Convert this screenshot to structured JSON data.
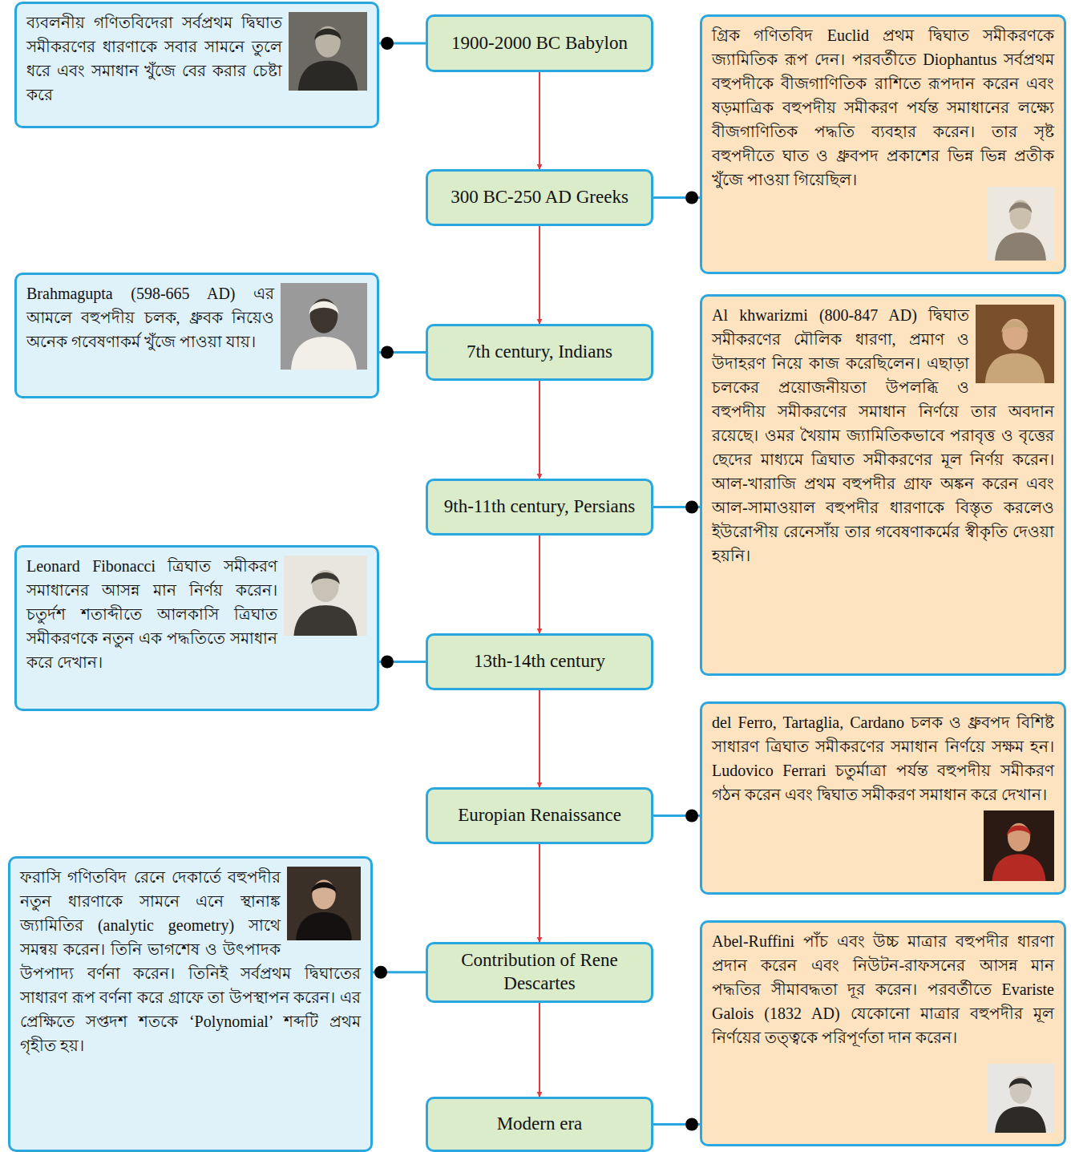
{
  "diagram": {
    "nodes": [
      {
        "text": [
          "ব্যবলনীয় গণিতবিদেরা সর্বপ্রথম দ্বিঘাত সমীকরণের ধারণাকে সবার সামনে তুলে ধরে এবং সমাধান খুঁজে বের করার চেষ্টা করে"
        ]
      },
      {
        "text": [
          "1900-2000 BC Babylon"
        ]
      },
      {
        "text": [
          "গ্রিক গণিতবিদ Euclid প্রথম দ্বিঘাত সমীকরণকে জ্যামিতিক রূপ দেন। পরবর্তীতে Diophantus সর্বপ্রথম বহুপদীকে বীজগাণিতিক রাশিতে রূপদান করেন এবং ষড়মাত্রিক বহুপদীয় সমীকরণ পর্যন্ত সমাধানের লক্ষ্যে বীজগাণিতিক পদ্ধতি ব্যবহার করেন। তার সৃষ্ট বহুপদীতে ঘাত ও ধ্রুবপদ প্রকাশের ভিন্ন ভিন্ন প্রতীক খুঁজে পাওয়া গিয়েছিল।"
        ]
      },
      {
        "text": [
          "300 BC-250 AD Greeks"
        ]
      },
      {
        "text": [
          "Brahmagupta (598-665 AD) এর আমলে বহুপদীয় চলক, ধ্রুবক নিয়েও অনেক গবেষণাকর্ম খুঁজে পাওয়া যায়।"
        ]
      },
      {
        "text": [
          "7th century, Indians"
        ]
      },
      {
        "text": [
          "Al khwarizmi (800-847 AD) দ্বিঘাত সমীকরণের মৌলিক ধারণা, প্রমাণ ও উদাহরণ নিয়ে কাজ করেছিলেন। এছাড়া চলকের প্রয়োজনীয়তা উপলব্ধি ও বহুপদীয় সমীকরণের সমাধান নির্ণয়ে তার অবদান রয়েছে। ওমর খৈয়াম জ্যামিতিকভাবে পরাবৃত্ত ও বৃত্তের ছেদের মাধ্যমে ত্রিঘাত সমীকরণের মূল নির্ণয় করেন। আল-খারাজি প্রথম বহুপদীর গ্রাফ অঙ্কন করেন এবং আল-সামাওয়াল বহুপদীর ধারণাকে বিস্তৃত করলেও ইউরোপীয় রেনেসাঁয় তার গবেষণাকর্মের স্বীকৃতি দেওয়া হয়নি।"
        ]
      },
      {
        "text": [
          "9th-11th century, Persians"
        ]
      },
      {
        "text": [
          "Leonard Fibonacci ত্রিঘাত সমীকরণ সমাধানের আসন্ন মান নির্ণয় করেন। চতুর্দশ শতাব্দীতে আলকাসি ত্রিঘাত সমীকরণকে নতুন এক পদ্ধতিতে সমাধান করে দেখান।"
        ]
      },
      {
        "text": [
          "13th-14th century"
        ]
      },
      {
        "text": [
          "del Ferro, Tartaglia, Cardano চলক ও ধ্রুবপদ বিশিষ্ট সাধারণ ত্রিঘাত সমীকরণের সমাধান নির্ণয়ে সক্ষম হন। Ludovico Ferrari চতুর্মাত্রা পর্যন্ত বহুপদীয় সমীকরণ গঠন করেন এবং দ্বিঘাত সমীকরণ সমাধান করে দেখান।"
        ]
      },
      {
        "text": [
          "Europian Renaissance"
        ]
      },
      {
        "text": [
          "ফরাসি গণিতবিদ রেনে দেকার্তে বহুপদীর নতুন ধারণাকে সামনে এনে স্থানাঙ্ক জ্যামিতির (analytic geometry) সাথে সমন্বয় করেন। তিনি ভাগশেষ ও উৎপাদক উপপাদ্য বর্ণনা করেন। তিনিই সর্বপ্রথম দ্বিঘাতের সাধারণ রূপ বর্ণনা করে গ্রাফে তা উপস্থাপন করেন। এর প্রেক্ষিতে সপ্তদশ শতকে ‘Polynomial’ শব্দটি প্রথম গৃহীত হয়।"
        ]
      },
      {
        "text": [
          "Contribution of Rene Descartes"
        ]
      },
      {
        "text": [
          "Abel-Ruffini পাঁচ এবং উচ্চ মাত্রার বহুপদীর ধারণা প্রদান করেন এবং নিউটন-রাফসনের আসন্ন মান পদ্ধতির সীমাবদ্ধতা দূর করেন। পরবর্তীতে Evariste Galois (1832 AD) যেকোনো মাত্রার বহুপদীর মূল নির্ণয়ের তত্ত্বকে পরিপূর্ণতা দান করেন।"
        ]
      },
      {
        "text": [
          "Modern era"
        ]
      }
    ],
    "edges": [
      {
        "from": 1,
        "to": 3,
        "arrow": "to"
      },
      {
        "from": 3,
        "to": 5,
        "arrow": "to"
      },
      {
        "from": 5,
        "to": 7,
        "arrow": "to"
      },
      {
        "from": 7,
        "to": 9,
        "arrow": "to"
      },
      {
        "from": 9,
        "to": 11,
        "arrow": "to"
      },
      {
        "from": 11,
        "to": 13,
        "arrow": "to"
      },
      {
        "from": 13,
        "to": 15,
        "arrow": "to"
      },
      {
        "from": 1,
        "to": 0,
        "arrow": "none"
      },
      {
        "from": 3,
        "to": 2,
        "arrow": "none"
      },
      {
        "from": 5,
        "to": 4,
        "arrow": "none"
      },
      {
        "from": 7,
        "to": 6,
        "arrow": "none"
      },
      {
        "from": 9,
        "to": 8,
        "arrow": "none"
      },
      {
        "from": 11,
        "to": 10,
        "arrow": "none"
      },
      {
        "from": 13,
        "to": 12,
        "arrow": "none"
      },
      {
        "from": 15,
        "to": 14,
        "arrow": "none"
      }
    ]
  }
}
